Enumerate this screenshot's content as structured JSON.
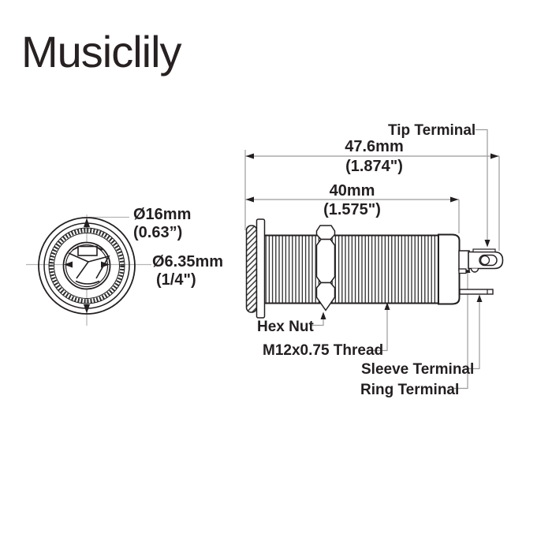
{
  "brand": {
    "logo_text": "Musiclily"
  },
  "front_view": {
    "outer_diameter": {
      "metric": "Ø16mm",
      "imperial": "(0.63”)"
    },
    "inner_diameter": {
      "metric": "Ø6.35mm",
      "imperial": "(1/4\")"
    }
  },
  "side_view": {
    "overall_length": {
      "metric": "47.6mm",
      "imperial": "(1.874\")"
    },
    "thread_length": {
      "metric": "40mm",
      "imperial": "(1.575\")"
    },
    "labels": {
      "tip_terminal": "Tip Terminal",
      "hex_nut": "Hex Nut",
      "thread_spec": "M12x0.75 Thread",
      "sleeve_terminal": "Sleeve Terminal",
      "ring_terminal": "Ring Terminal"
    }
  },
  "colors": {
    "ink": "#231f20",
    "construction_line": "#9b9b9b",
    "centerline": "#b5b5b5",
    "background": "#ffffff"
  }
}
